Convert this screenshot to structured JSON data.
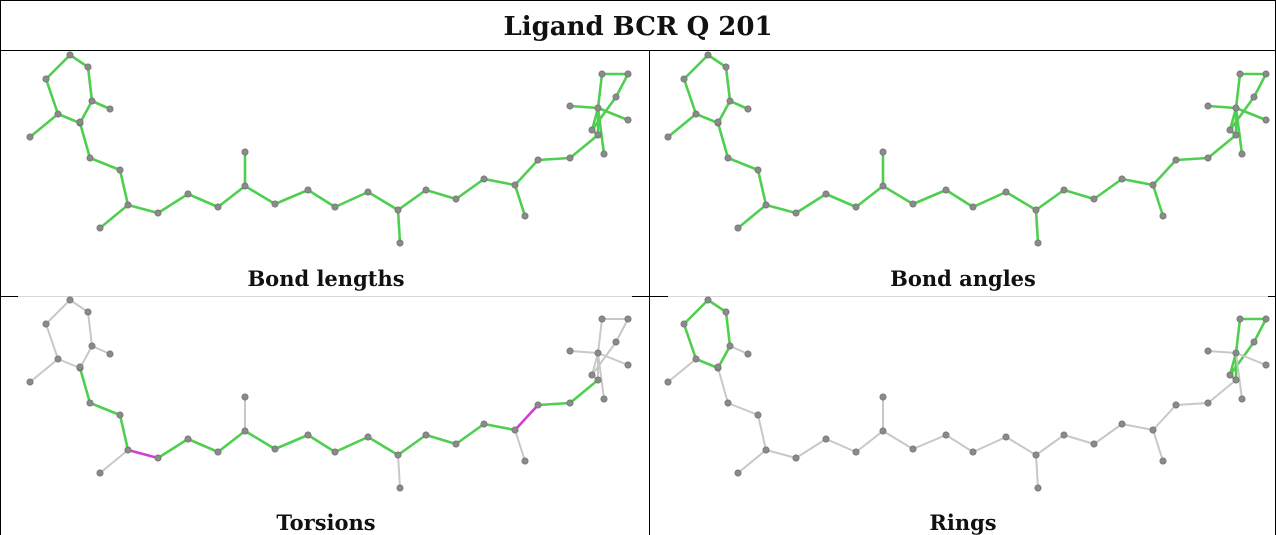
{
  "title": "Ligand BCR Q 201",
  "panels": [
    {
      "id": "bond-lengths",
      "label": "Bond lengths",
      "highlight": "all-green"
    },
    {
      "id": "bond-angles",
      "label": "Bond angles",
      "highlight": "all-green"
    },
    {
      "id": "torsions",
      "label": "Torsions",
      "highlight": "chain-green-with-magenta"
    },
    {
      "id": "rings",
      "label": "Rings",
      "highlight": "rings-green"
    }
  ],
  "colors": {
    "green": "#4fcf4f",
    "magenta": "#d040d0",
    "grey_bond": "#c8c8c8",
    "atom": "#8a8a8a",
    "border": "#000000"
  }
}
